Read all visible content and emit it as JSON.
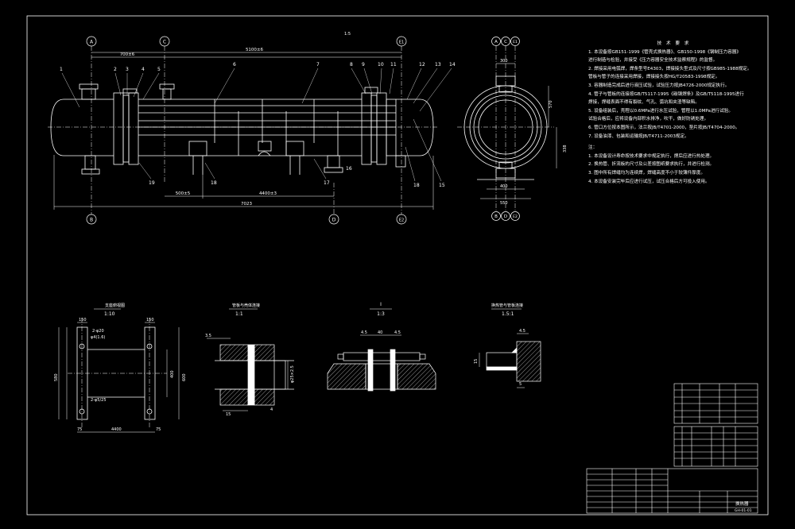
{
  "colors": {
    "background": "#000000",
    "lines": "#ffffff",
    "hatch": "#ffffff",
    "text": "#ffffff",
    "highlight": "#ffff33",
    "section_fill": "#ffffff"
  },
  "header": {
    "ratio": "1:5"
  },
  "main_view": {
    "axis_markers": [
      "A",
      "B",
      "C",
      "D",
      "E1",
      "E2"
    ],
    "part_numbers": [
      "1",
      "2",
      "3",
      "4",
      "5",
      "6",
      "7",
      "8",
      "9",
      "10",
      "11",
      "12",
      "13",
      "14",
      "15",
      "16",
      "17",
      "18",
      "18",
      "19"
    ],
    "dims": {
      "d1": "700±6",
      "d2": "5100±6",
      "d3": "500±5",
      "d4": "4400±3",
      "d5": "7023"
    }
  },
  "side_view": {
    "axis_markers_top": [
      "A",
      "C",
      "E1"
    ],
    "axis_markers_bottom": [
      "B",
      "D",
      "E2"
    ],
    "dims": {
      "a": "300",
      "b": "570",
      "c": "338",
      "d": "400",
      "e": "550"
    }
  },
  "notes": {
    "title": "技 术 要 求",
    "lines": [
      "1. 本设备按GB151-1999《管壳式换热器》、GB150-1998《钢制压力容器》",
      "   进行制造与检验，并接受《压力容器安全技术监察规程》的监督。",
      "2. 焊接采用电弧焊，焊条型号E4303，焊接接头型式及尺寸按GB985-1988规定。",
      "   管板与管子的连接采用焊接，焊接接头按HG/T20583-1998规定。",
      "3. 容器制造完成后进行液压试验，试验压力按JB4726-2000规定执行。",
      "4. 管子与管板的连接按GB/T5117-1995《碳钢焊条》及GB/T5118-1995进行",
      "   焊接，焊缝表面不得有裂纹、气孔、弧坑和夹渣等缺陷。",
      "5. 设备组装后，壳程以0.6MPa进行水压试验，管程以1.0MPa进行试验。",
      "   试验合格后，应将设备内部积水排净，吹干，做好防锈处理。",
      "6. 管口方位按本图所示，法兰按JB/T4701-2000，垫片按JB/T4704-2000。",
      "7. 设备油漆、包装和运输按JB/T4711-2003规定。"
    ],
    "subhead": "注：",
    "notes2": [
      "1. 本设备设计寿命按技术要求中规定执行，焊后应进行热处理。",
      "2. 换热管、折流板的尺寸及公差按图纸要求执行，并进行检测。",
      "3. 图中所有焊缝均为连续焊，焊缝高度不小于较薄件厚度。",
      "4. 本设备安装完毕后应进行试压，试压合格后方可投入使用。"
    ]
  },
  "detail_views": [
    {
      "title": "支座俯视图",
      "scale": "1:10",
      "dims": [
        "150",
        "150",
        "2-φ20",
        "φ4(1.6)",
        "4400",
        "75",
        "75",
        "580",
        "600",
        "400",
        "2-φ5/25"
      ]
    },
    {
      "title": "管板与壳体连接",
      "scale": "1:1",
      "dims": [
        "3.5",
        "15",
        "4",
        "φ25×2.5"
      ]
    },
    {
      "title": "I",
      "scale": "1:3",
      "dims": [
        "4.5",
        "40",
        "4.5"
      ]
    },
    {
      "title": "换热管与管板连接",
      "scale": "1.5:1",
      "dims": [
        "4.5",
        "15",
        "5"
      ]
    }
  ],
  "title_block": {
    "name": "换热器",
    "drawing_no": "GH-01-01"
  }
}
